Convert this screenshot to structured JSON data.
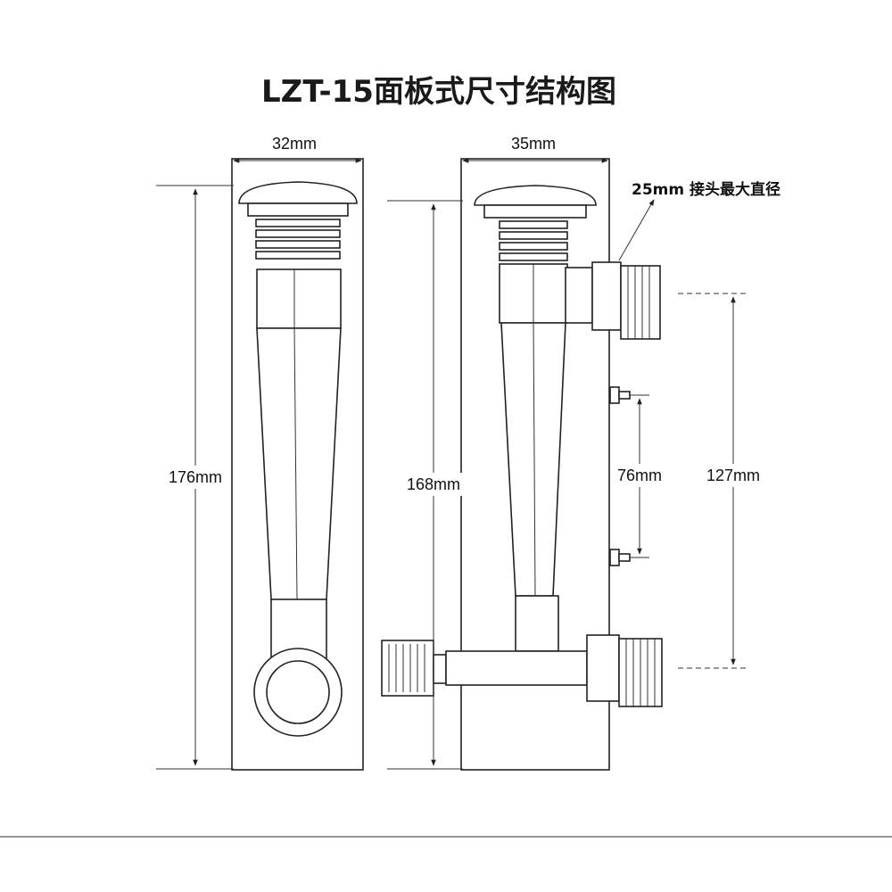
{
  "title": "LZT-15面板式尺寸结构图",
  "dimensions": {
    "front_width": "32mm",
    "side_width": "35mm",
    "front_height": "176mm",
    "side_height": "168mm",
    "tap_spacing": "76mm",
    "port_spacing": "127mm"
  },
  "connector_note": "25mm 接头最大直径",
  "colors": {
    "line": "#222222",
    "background": "#ffffff"
  }
}
